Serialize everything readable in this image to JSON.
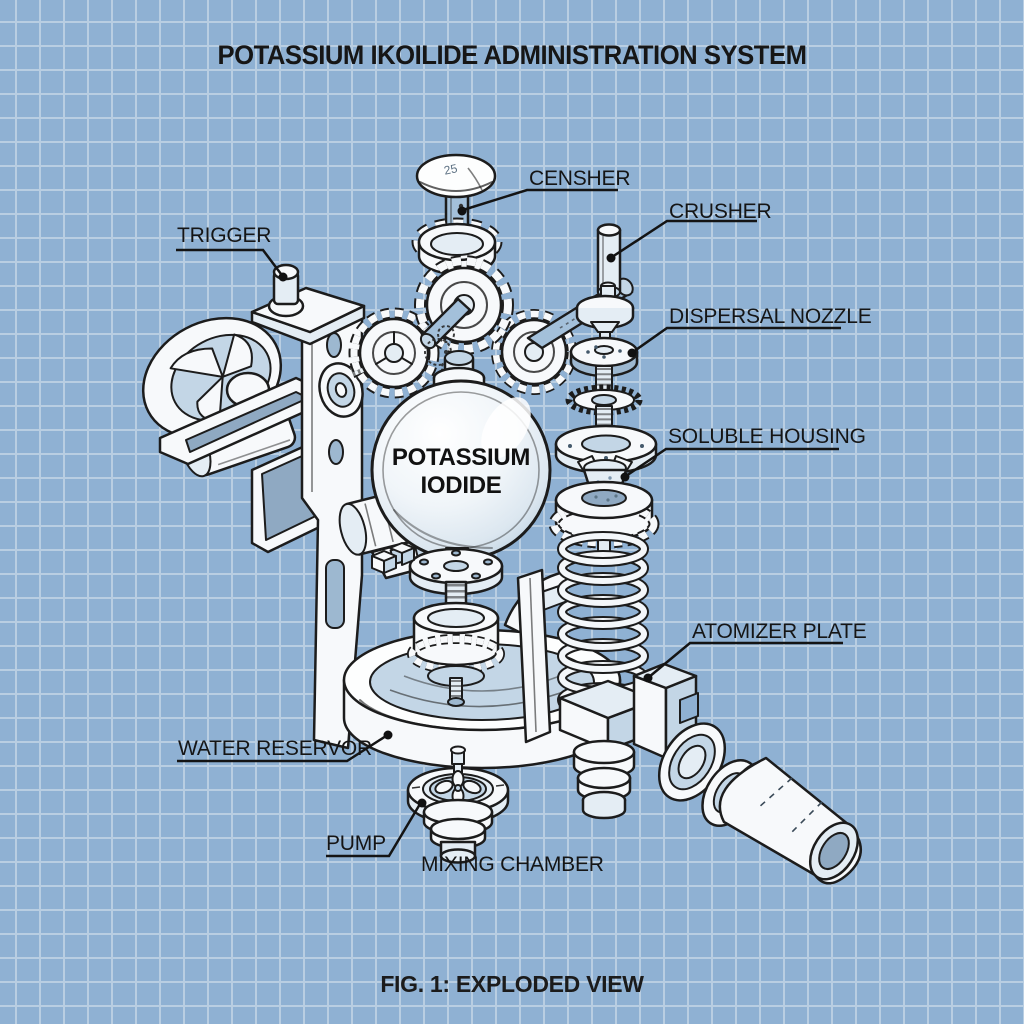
{
  "title": "POTASSIUM IKOILIDE ADMINISTRATION SYSTEM",
  "caption": "FIG. 1: EXPLODED VIEW",
  "sphere_label": {
    "line1": "POTASSIUM",
    "line2": "IODIDE"
  },
  "part_labels": {
    "trigger": "TRIGGER",
    "censher": "CENSHER",
    "crusher": "CRUSHER",
    "dispersal_nozzle": "DISPERSAL NOZZLE",
    "soluble_housing": "SOLUBLE HOUSING",
    "atomizer_plate": "ATOMIZER PLATE",
    "water_reservoir": "WATER RESERVOR",
    "pump": "PUMP",
    "mixing_chamber": "MIXING CHAMBER"
  },
  "annotations": {
    "dome_marking": "25"
  },
  "colors": {
    "background": "#8fb1d3",
    "grid_line": "#b9cee2",
    "ink": "#1c1c1c",
    "part_white": "#f7f9fb",
    "part_shade": "#c3d6e6",
    "shaft_blue": "#a3c0da"
  }
}
